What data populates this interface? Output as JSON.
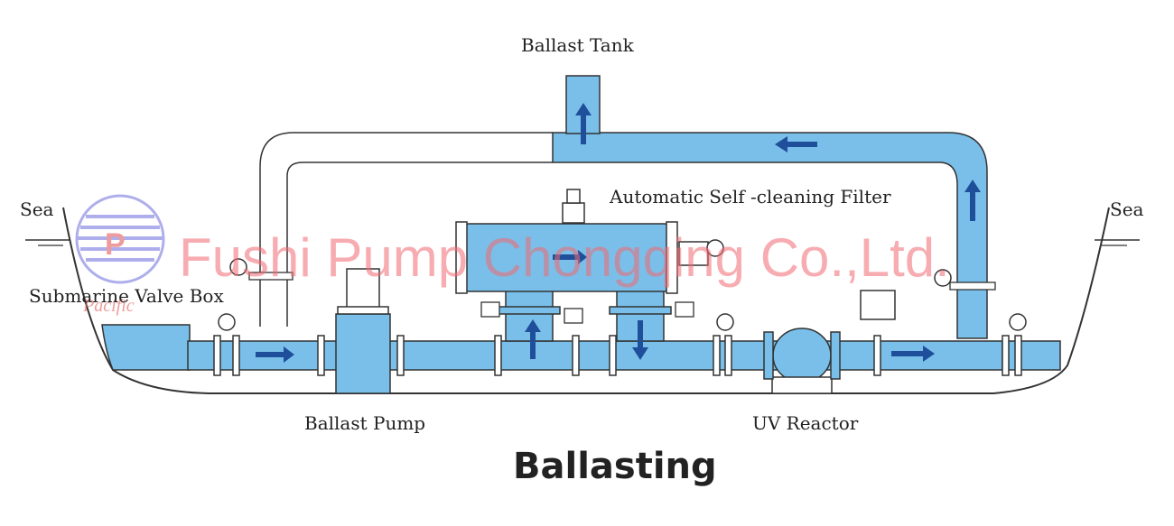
{
  "labels": {
    "ballast_tank": "Ballast Tank",
    "sea_left": "Sea",
    "sea_right": "Sea",
    "filter": "Automatic Self -cleaning Filter",
    "valve_box": "Submarine Valve Box",
    "ballast_pump": "Ballast Pump",
    "uv_reactor": "UV Reactor",
    "title": "Ballasting"
  },
  "watermark": {
    "text": "Fushi Pump Chongqing Co.,Ltd.",
    "logo_text": "Pacific"
  },
  "colors": {
    "water": "#79bfe9",
    "outline": "#333333",
    "arrow": "#1f4f9a",
    "watermark": "#f26a72",
    "logo": "#7a7ae0"
  }
}
